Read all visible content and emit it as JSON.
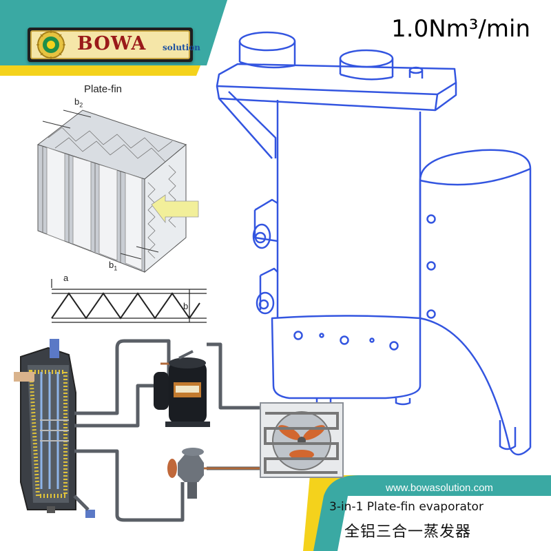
{
  "brand": {
    "name": "BOWA",
    "suffix": "solution",
    "logo_color": "#9a1a1a",
    "accent_teal": "#3aa9a3",
    "accent_yellow": "#f4d21c"
  },
  "capacity_label": "1.0Nm³/min",
  "diagram": {
    "plate_fin_title": "Plate-fin",
    "dim_b2": "b",
    "dim_b2_sub": "2",
    "dim_b1": "b",
    "dim_b1_sub": "1",
    "dim_a": "a",
    "dim_b": "b",
    "outline_color": "#3355e0",
    "icons": [
      "plate-fin-heat-exchanger-illustration",
      "triangular-fin-profile",
      "evaporator-outline",
      "compressor-icon",
      "condenser-fan-icon",
      "expansion-valve-icon"
    ]
  },
  "footer": {
    "website": "www.bowasolution.com",
    "product_en": "3-in-1 Plate-fin evaporator",
    "product_cn": "全铝三合一蒸发器"
  }
}
